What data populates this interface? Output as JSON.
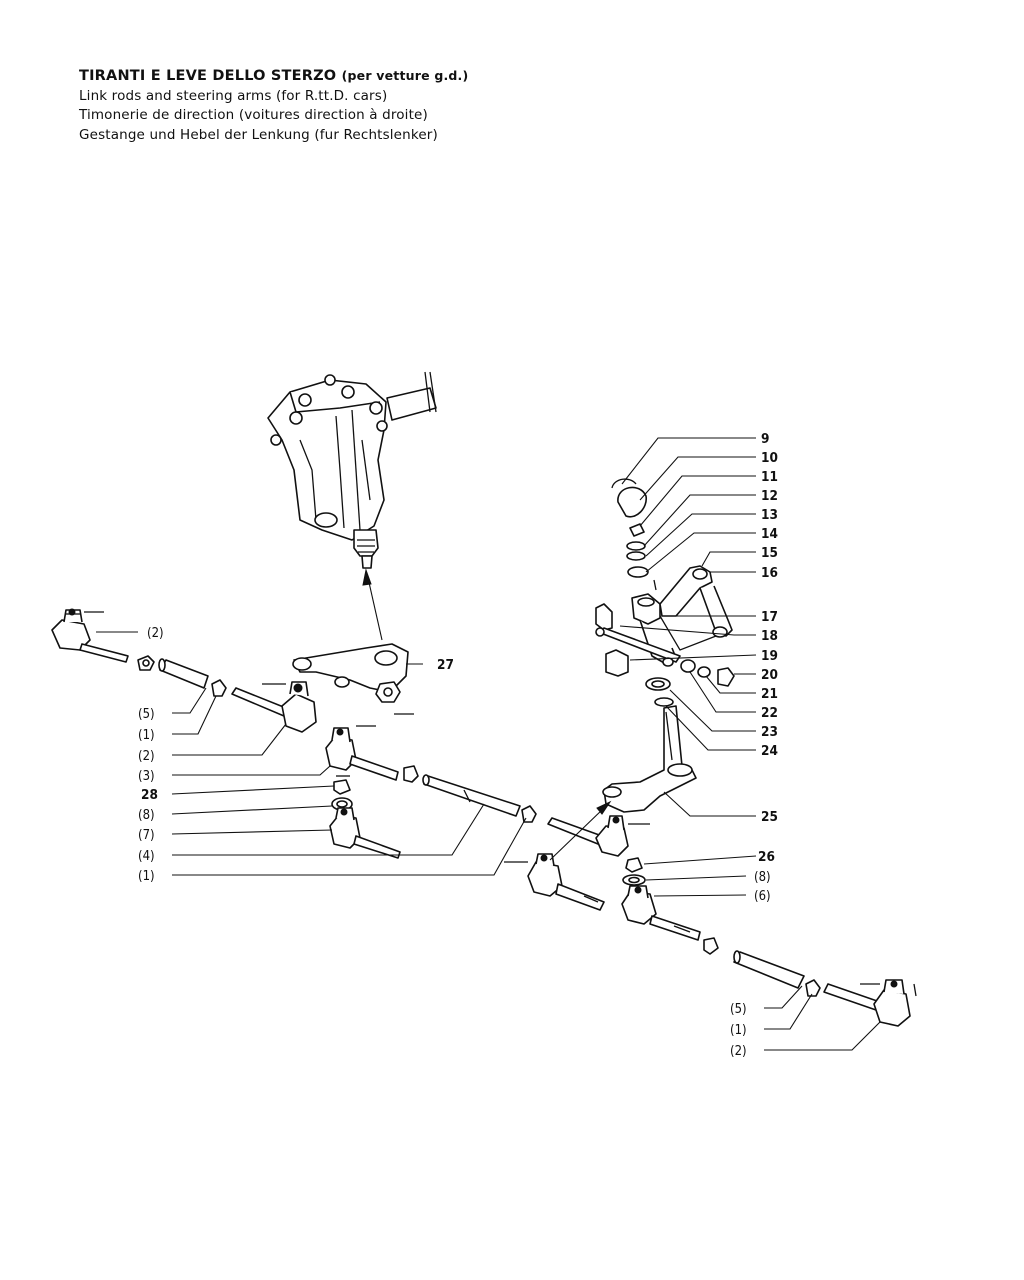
{
  "title": {
    "main": "TIRANTI E LEVE DELLO STERZO",
    "main_suffix": "(per vetture g.d.)",
    "en": "Link rods and steering arms (for R.tt.D. cars)",
    "fr": "Timonerie de direction (voitures direction à droite)",
    "de": "Gestange und Hebel der Lenkung (fur Rechtslenker)"
  },
  "labels": {
    "n9": "9",
    "n10": "10",
    "n11": "11",
    "n12": "12",
    "n13": "13",
    "n14": "14",
    "n15": "15",
    "n16": "16",
    "n17": "17",
    "n18": "18",
    "n19": "19",
    "n20": "20",
    "n21": "21",
    "n22": "22",
    "n23": "23",
    "n24": "24",
    "n25": "25",
    "n26": "26",
    "n27": "27",
    "n28": "28",
    "l_p2_top": "(2)",
    "l_p5_left": "(5)",
    "l_p1_left_a": "(1)",
    "l_p2_left": "(2)",
    "l_p3_left": "(3)",
    "l_p8_left": "(8)",
    "l_p7_left": "(7)",
    "l_p4_left": "(4)",
    "l_p1_left_b": "(1)",
    "l_p8_right": "(8)",
    "l_p6_right": "(6)",
    "l_p5_right": "(5)",
    "l_p1_right": "(1)",
    "l_p2_right": "(2)"
  }
}
